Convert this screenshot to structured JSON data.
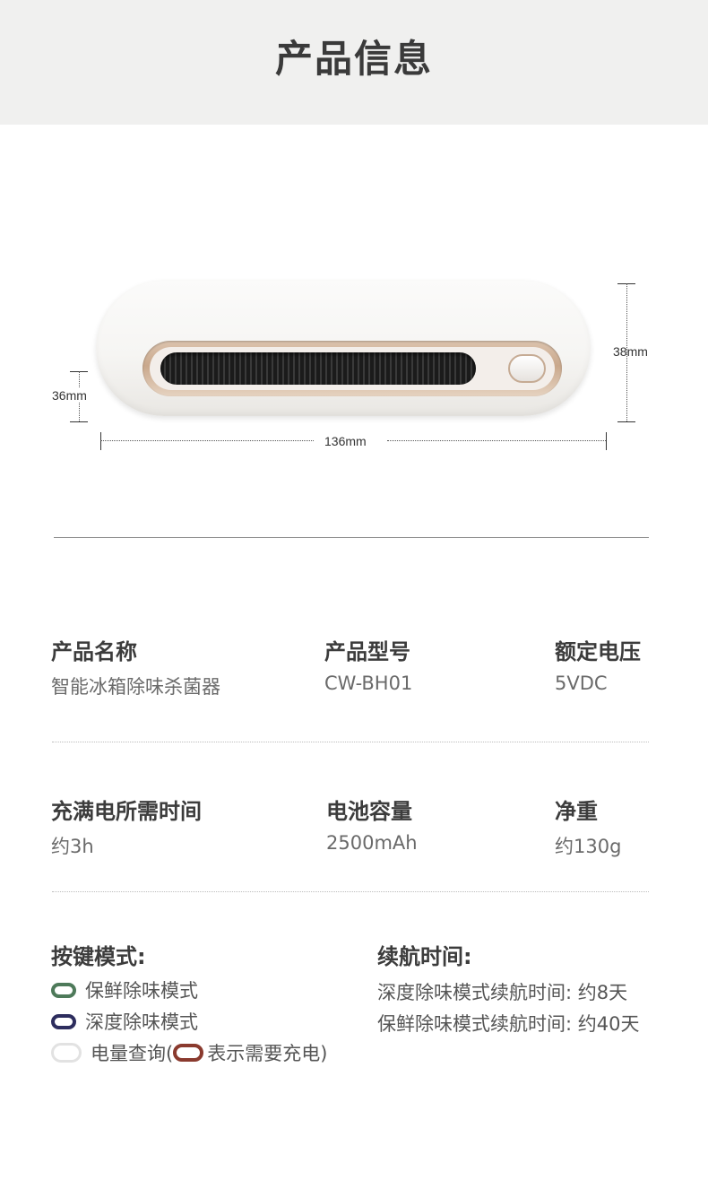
{
  "header": {
    "title": "产品信息"
  },
  "dimensions": {
    "height_label": "38mm",
    "depth_label": "36mm",
    "width_label": "136mm"
  },
  "specs": [
    {
      "label": "产品名称",
      "value": "智能冰箱除味杀菌器"
    },
    {
      "label": "产品型号",
      "value": "CW-BH01"
    },
    {
      "label": "额定电压",
      "value": "5VDC"
    },
    {
      "label": "充满电所需时间",
      "value": "约3h"
    },
    {
      "label": "电池容量",
      "value": "2500mAh"
    },
    {
      "label": "净重",
      "value": "约130g"
    }
  ],
  "button_modes": {
    "title": "按键模式:",
    "items": [
      {
        "text": "保鲜除味模式",
        "color": "#4e7a5a"
      },
      {
        "text": "深度除味模式",
        "color": "#2d2d5e"
      },
      {
        "text_before": "电量查询(",
        "text_after": "表示需要充电)",
        "color": "#e2e2e2",
        "charge_color": "#8a3a2e"
      }
    ]
  },
  "endurance": {
    "title": "续航时间:",
    "items": [
      "深度除味模式续航时间: 约8天",
      "保鲜除味模式续航时间: 约40天"
    ]
  }
}
